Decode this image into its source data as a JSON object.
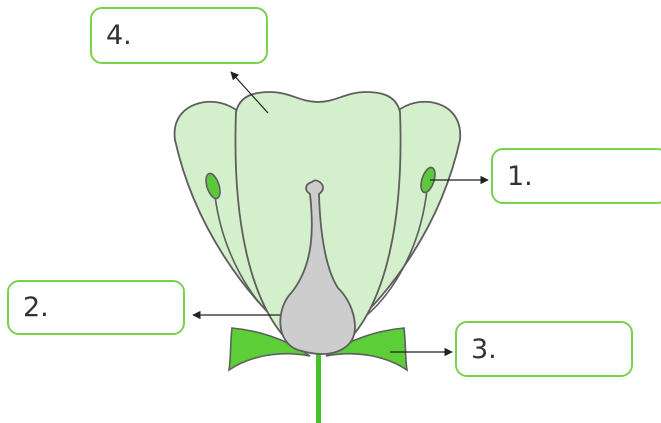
{
  "labels": {
    "petal": "4.",
    "anther": "1.",
    "ovary": "2.",
    "sepal": "3."
  },
  "colors": {
    "petal_fill": "#d4efcb",
    "outline": "#5e5e5e",
    "anther_fill": "#5cc83c",
    "pistil_fill": "#cdcdcd",
    "sepal_fill": "#5ccf38",
    "stem": "#48c02c",
    "box_border": "#78d24e",
    "arrow": "#222222"
  }
}
